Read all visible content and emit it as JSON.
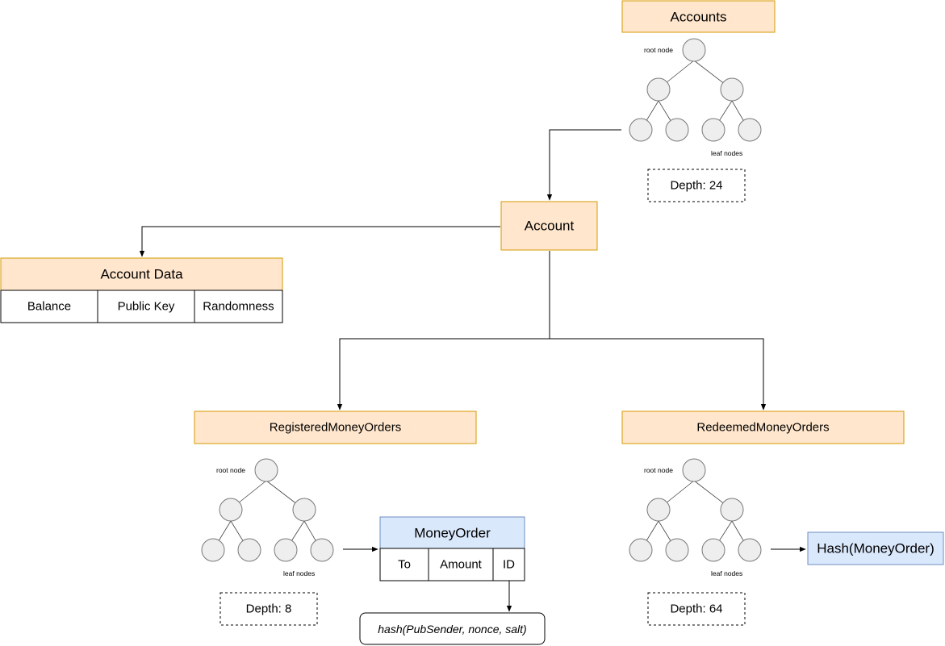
{
  "accounts": {
    "title": "Accounts",
    "tree": {
      "root_label": "root node",
      "leaf_label": "leaf nodes"
    },
    "depth": "Depth: 24"
  },
  "account": {
    "title": "Account"
  },
  "account_data": {
    "title": "Account Data",
    "fields": [
      "Balance",
      "Public Key",
      "Randomness"
    ]
  },
  "registered": {
    "title": "RegisteredMoneyOrders",
    "tree": {
      "root_label": "root node",
      "leaf_label": "leaf nodes"
    },
    "depth": "Depth: 8"
  },
  "redeemed": {
    "title": "RedeemedMoneyOrders",
    "tree": {
      "root_label": "root node",
      "leaf_label": "leaf nodes"
    },
    "depth": "Depth: 64"
  },
  "money_order": {
    "title": "MoneyOrder",
    "fields": [
      "To",
      "Amount",
      "ID"
    ]
  },
  "id_formula": "hash(PubSender, nonce, salt)",
  "hash_box": "Hash(MoneyOrder)",
  "colors": {
    "orange_fill": "#ffe6cc",
    "orange_stroke": "#d79b00",
    "blue_fill": "#dae8fc",
    "blue_stroke": "#6c8ebf",
    "node_fill": "#eeeeee"
  }
}
